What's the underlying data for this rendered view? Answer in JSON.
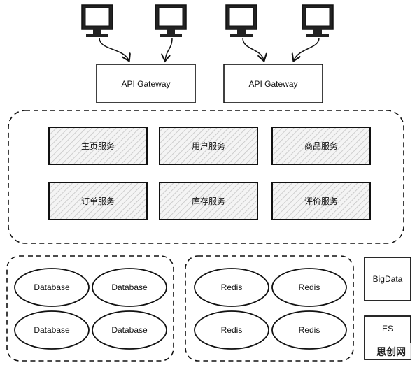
{
  "gateways": [
    {
      "label": "API Gateway"
    },
    {
      "label": "API Gateway"
    }
  ],
  "services": [
    {
      "label": "主页服务"
    },
    {
      "label": "用户服务"
    },
    {
      "label": "商品服务"
    },
    {
      "label": "订单服务"
    },
    {
      "label": "库存服务"
    },
    {
      "label": "评价服务"
    }
  ],
  "databases": [
    {
      "label": "Database"
    },
    {
      "label": "Database"
    },
    {
      "label": "Database"
    },
    {
      "label": "Database"
    }
  ],
  "caches": [
    {
      "label": "Redis"
    },
    {
      "label": "Redis"
    },
    {
      "label": "Redis"
    },
    {
      "label": "Redis"
    }
  ],
  "side_boxes": [
    {
      "label": "BigData"
    },
    {
      "label": "ES"
    }
  ],
  "watermark": "思创网",
  "colors": {
    "stroke": "#111111",
    "hatch": "#bdbdbd",
    "service_fill": "#f2f2f2",
    "background": "#ffffff"
  }
}
